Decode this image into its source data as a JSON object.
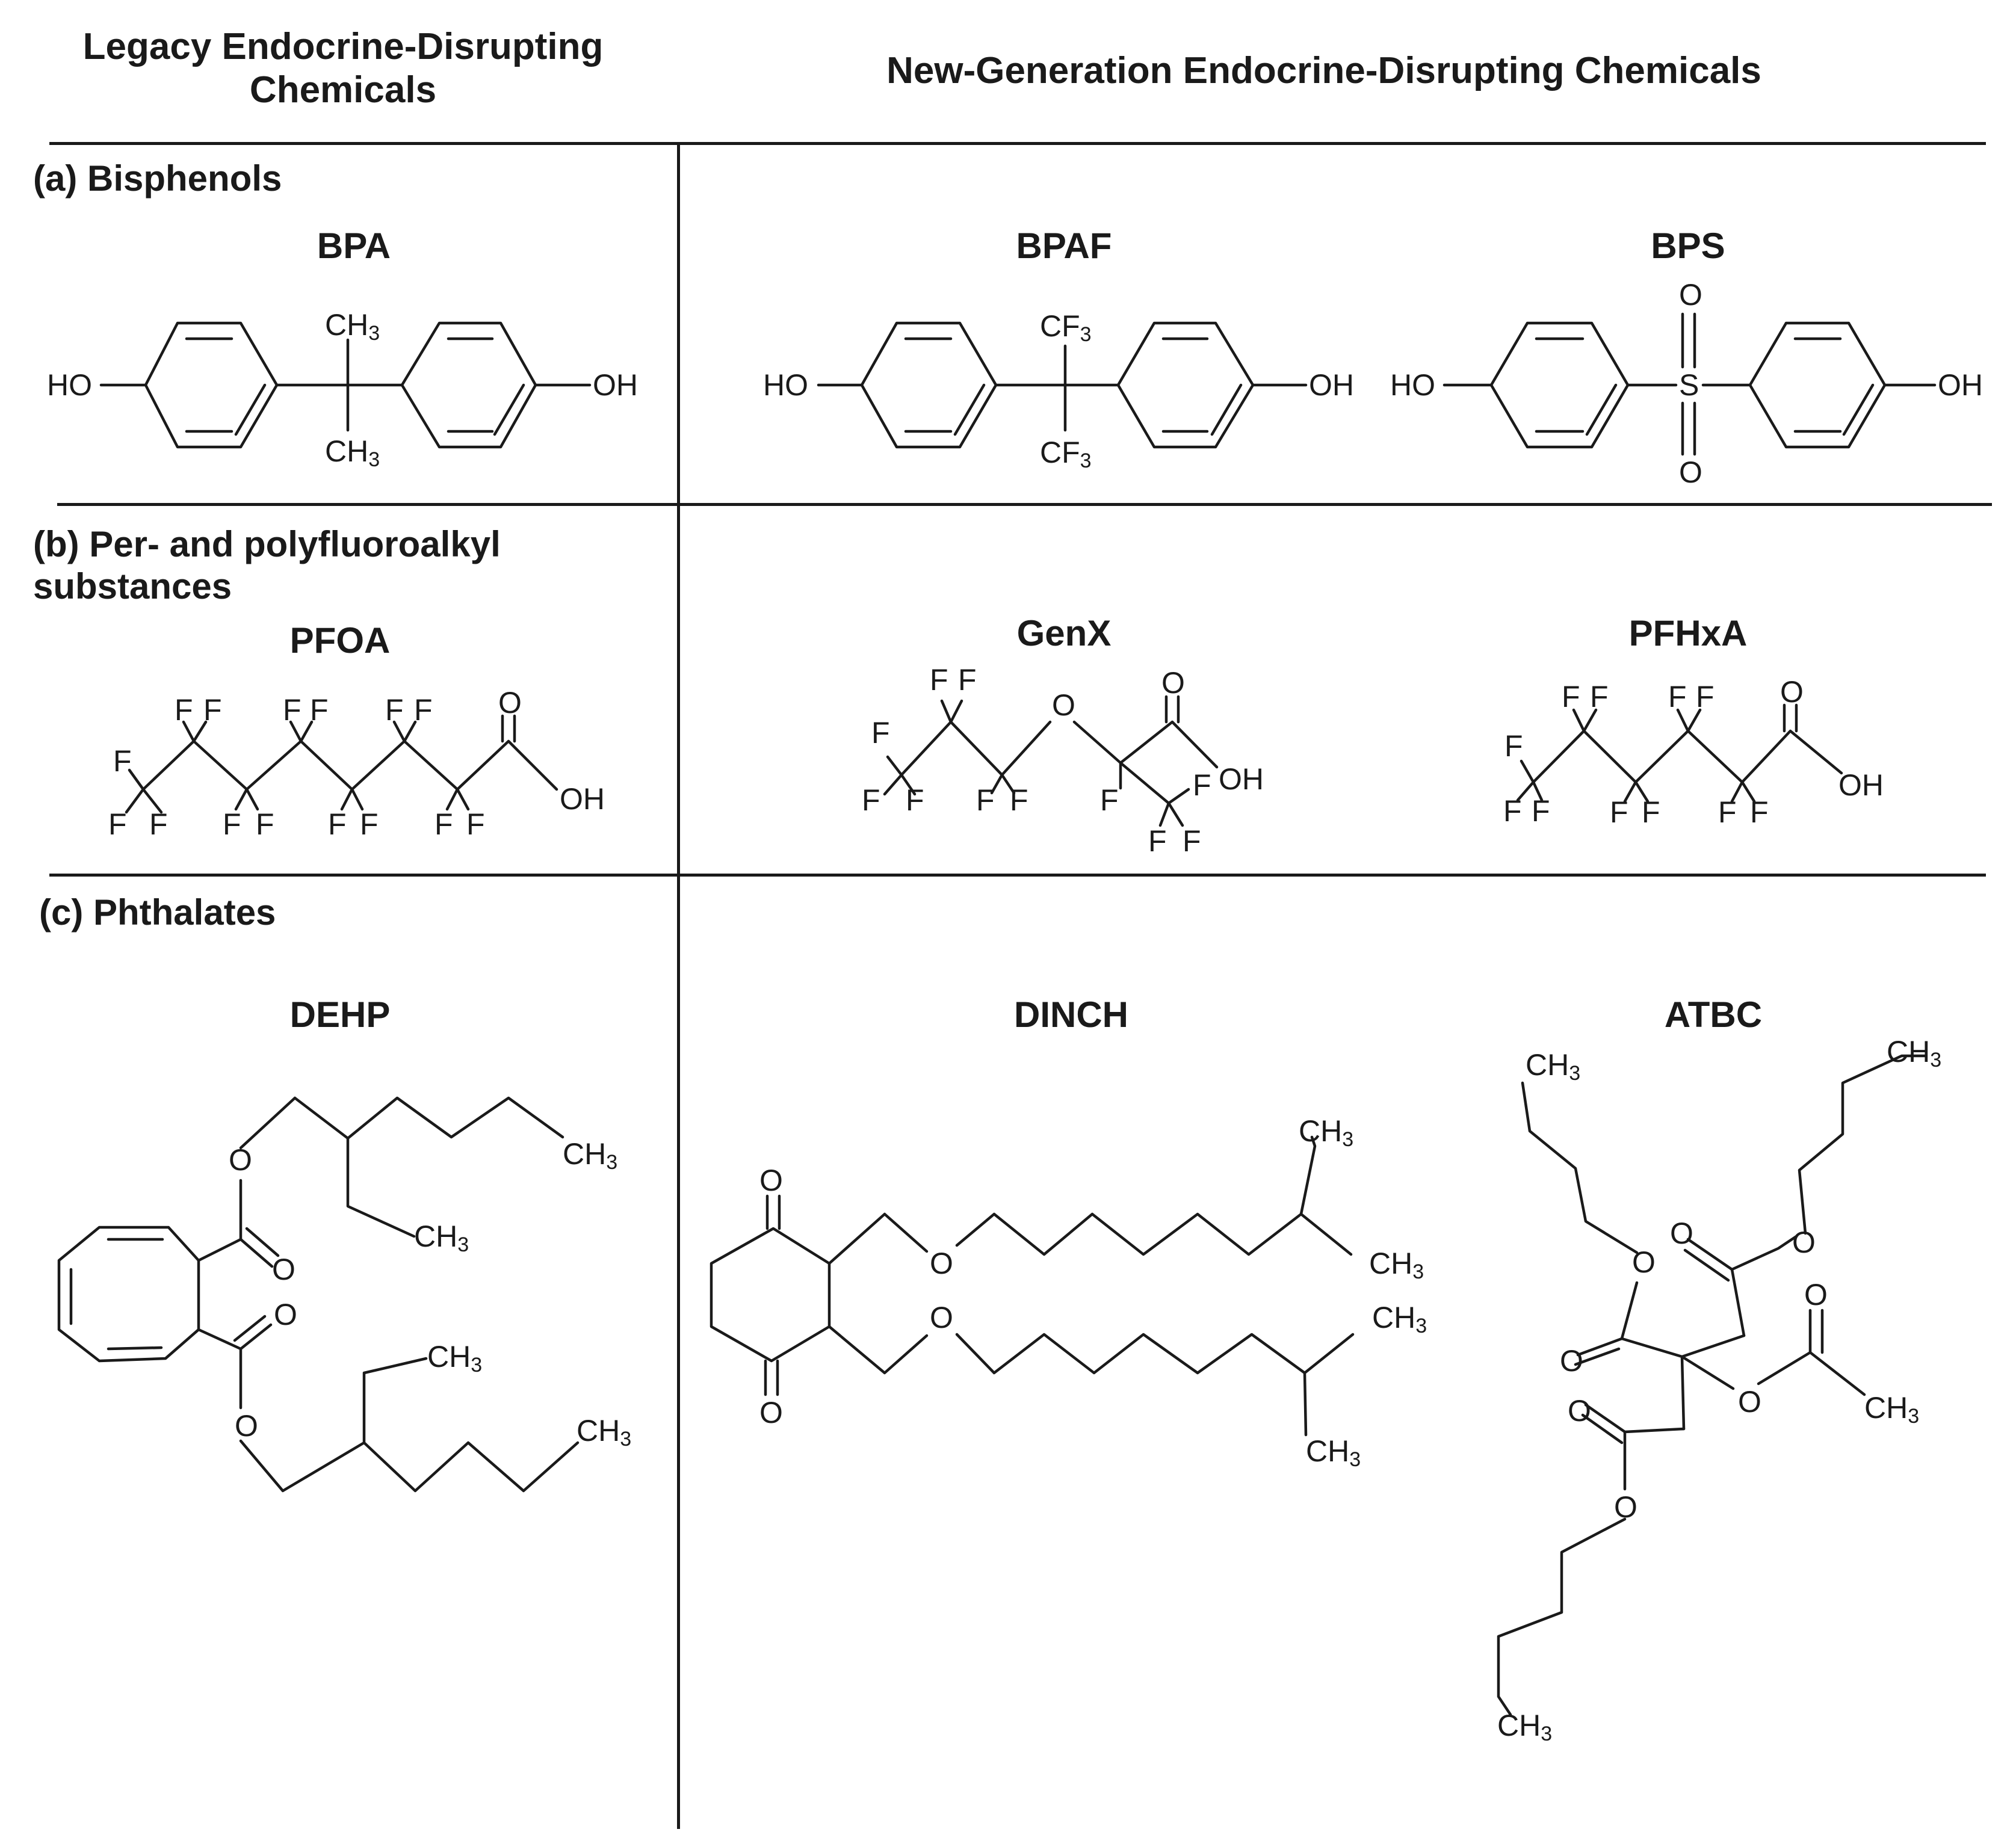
{
  "headers": {
    "legacy": "Legacy Endocrine-Disrupting Chemicals",
    "new_generation": "New-Generation Endocrine-Disrupting Chemicals"
  },
  "sections": {
    "bisphenols": "(a) Bisphenols",
    "pfas": "(b) Per- and polyfluoroalkyl substances",
    "phthalates": "(c) Phthalates"
  },
  "compounds": {
    "bpa": "BPA",
    "bpaf": "BPAF",
    "bps": "BPS",
    "pfoa": "PFOA",
    "genx": "GenX",
    "pfhxa": "PFHxA",
    "dehp": "DEHP",
    "dinch": "DINCH",
    "atbc": "ATBC"
  },
  "atoms": {
    "ho": "HO",
    "oh": "OH",
    "ch": "CH",
    "cf": "CF",
    "three": "3",
    "o": "O",
    "s": "S",
    "f": "F"
  }
}
